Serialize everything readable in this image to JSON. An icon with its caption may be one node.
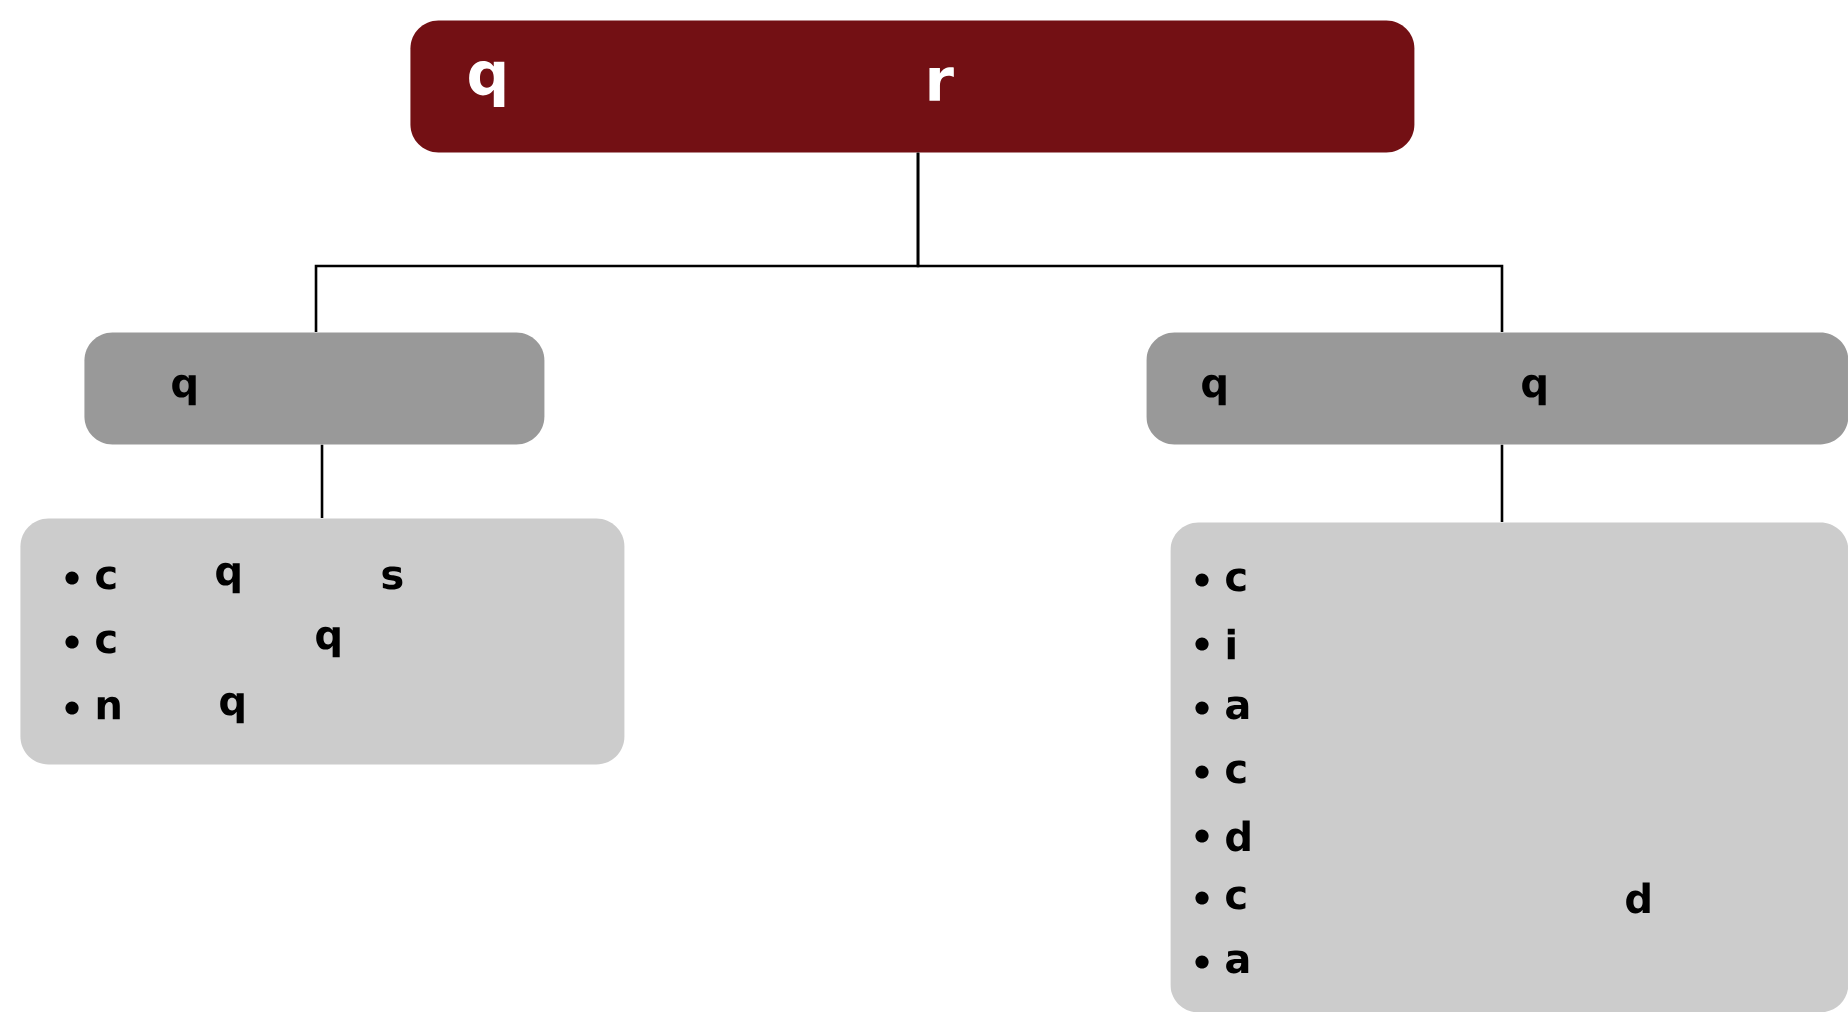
{
  "diagram": {
    "nodes": [
      {
        "text": [
          "q",
          "r"
        ]
      },
      {
        "text": [
          "q"
        ]
      },
      {
        "text": [
          "q",
          "q"
        ]
      },
      {
        "text": [
          "c",
          "q",
          "s",
          "c",
          "q",
          "n",
          "q"
        ]
      },
      {
        "text": [
          "c",
          "i",
          "a",
          "c",
          "d",
          "c",
          "d",
          "a"
        ]
      }
    ],
    "edges": [
      {
        "from": 0,
        "to": 1,
        "arrow": "none"
      },
      {
        "from": 0,
        "to": 2,
        "arrow": "none"
      },
      {
        "from": 1,
        "to": 3,
        "arrow": "none"
      },
      {
        "from": 2,
        "to": 4,
        "arrow": "none"
      }
    ]
  }
}
